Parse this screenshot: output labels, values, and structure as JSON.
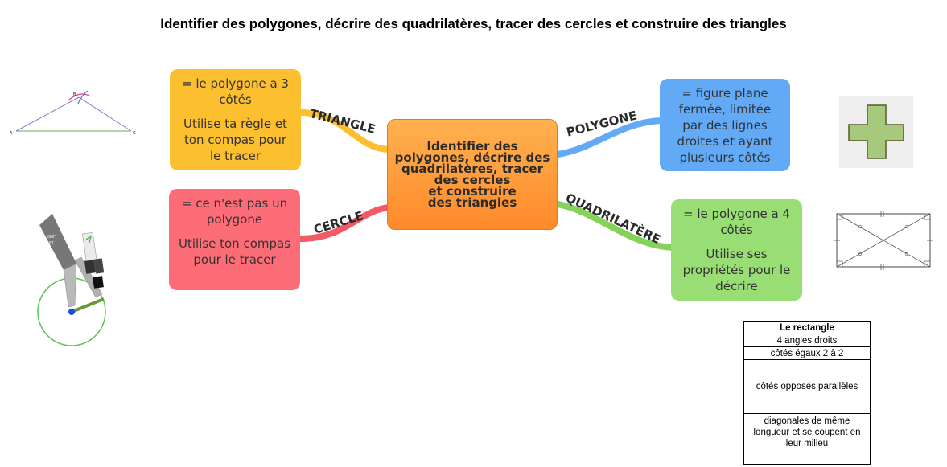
{
  "title": "Identifier des polygones, décrire des quadrilatères, tracer des cercles et construire des triangles",
  "center": {
    "text": "Identifier des\npolygones, décrire des\nquadrilatères, tracer\ndes cercles\net construire\ndes triangles"
  },
  "branches": {
    "triangle": {
      "label": "TRIANGLE",
      "color": "#fbbf2f",
      "lines": [
        "= le polygone a 3 côtés",
        "Utilise ta règle et ton compas pour le tracer"
      ]
    },
    "cercle": {
      "label": "CERCLE",
      "color": "#f35a66",
      "lines": [
        "= ce n'est pas un polygone",
        "Utilise ton compas pour le tracer"
      ]
    },
    "polygone": {
      "label": "POLYGONE",
      "color": "#63aaf6",
      "lines": [
        "= figure plane fermée, limitée par des lignes droites et ayant plusieurs côtés"
      ]
    },
    "quadrilatere": {
      "label": "QUADRILATÈRE",
      "color": "#86d35c",
      "lines": [
        "= le polygone a 4 côtés",
        "Utilise ses propriétés pour le décrire"
      ]
    }
  },
  "triangle_figure": {
    "vertex_a": "A",
    "vertex_b": "B",
    "vertex_c": "C"
  },
  "compass_figure": {
    "arm_text_1": "360°",
    "arm_text_2": "87"
  },
  "table": {
    "header": "Le rectangle",
    "rows": [
      "4 angles droits",
      "côtés égaux 2 à 2",
      "côtés opposés parallèles",
      "diagonales de même longueur et se coupent en leur milieu"
    ]
  }
}
